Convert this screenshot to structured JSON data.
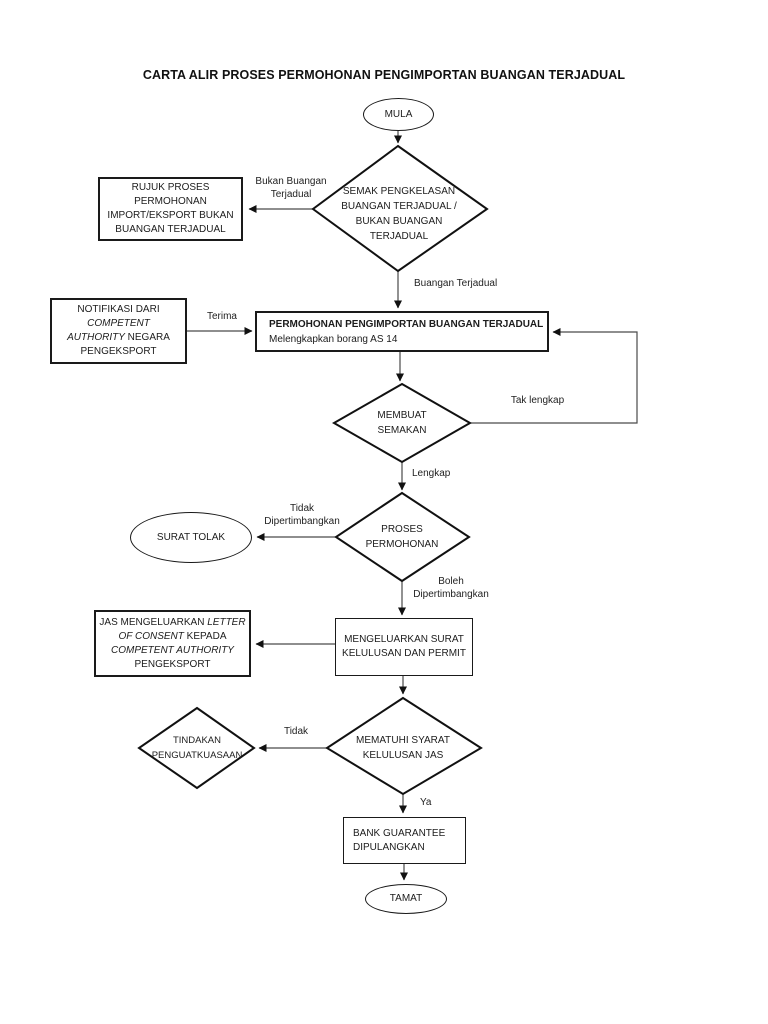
{
  "title": "CARTA ALIR PROSES PERMOHONAN PENGIMPORTAN BUANGAN TERJADUAL",
  "colors": {
    "ink": "#1a1a1a",
    "connector": "#4a4a4a",
    "page_bg": "#ffffff"
  },
  "nodes": {
    "mula": {
      "label": "MULA"
    },
    "semak": {
      "l1": "SEMAK PENGKELASAN",
      "l2": "BUANGAN TERJADUAL /",
      "l3": "BUKAN BUANGAN",
      "l4": "TERJADUAL"
    },
    "rujuk": {
      "l1": "RUJUK PROSES",
      "l2": "PERMOHONAN",
      "l3": "IMPORT/EKSPORT BUKAN",
      "l4": "BUANGAN TERJADUAL"
    },
    "notifikasi": {
      "l1": "NOTIFIKASI DARI",
      "l2": "COMPETENT",
      "l3_italic": "AUTHORITY",
      "l3_rest": " NEGARA",
      "l4": "PENGEKSPORT"
    },
    "permohonan": {
      "l1": "PERMOHONAN PENGIMPORTAN  BUANGAN TERJADUAL",
      "l2": "Melengkapkan borang AS 14"
    },
    "membuat": {
      "l1": "MEMBUAT",
      "l2": "SEMAKAN"
    },
    "surat_tolak": {
      "label": "SURAT TOLAK"
    },
    "proses": {
      "l1": "PROSES",
      "l2": "PERMOHONAN"
    },
    "jas": {
      "l1_plain": "JAS MENGELUARKAN ",
      "l1_italic": "LETTER",
      "l2_italic": "OF CONSENT",
      "l2_plain": " KEPADA",
      "l3_italic": "COMPETENT AUTHORITY",
      "l4": "PENGEKSPORT"
    },
    "mengeluarkan": {
      "l1": "MENGELUARKAN SURAT",
      "l2": "KELULUSAN DAN PERMIT"
    },
    "tindakan": {
      "l1": "TINDAKAN",
      "l2": "PENGUATKUASAAN"
    },
    "mematuhi": {
      "l1": "MEMATUHI SYARAT",
      "l2": "KELULUSAN JAS"
    },
    "bank": {
      "l1": "BANK GUARANTEE",
      "l2": "DIPULANGKAN"
    },
    "tamat": {
      "label": "TAMAT"
    }
  },
  "edge_labels": {
    "bukan_buangan": {
      "l1": "Bukan Buangan",
      "l2": "Terjadual"
    },
    "buangan_terjadual": "Buangan Terjadual",
    "terima": "Terima",
    "tak_lengkap": "Tak lengkap",
    "lengkap": "Lengkap",
    "tidak_dipertimbangkan": {
      "l1": "Tidak",
      "l2": "Dipertimbangkan"
    },
    "boleh_dipertimbangkan": {
      "l1": "Boleh",
      "l2": "Dipertimbangkan"
    },
    "tidak": "Tidak",
    "ya": "Ya"
  }
}
